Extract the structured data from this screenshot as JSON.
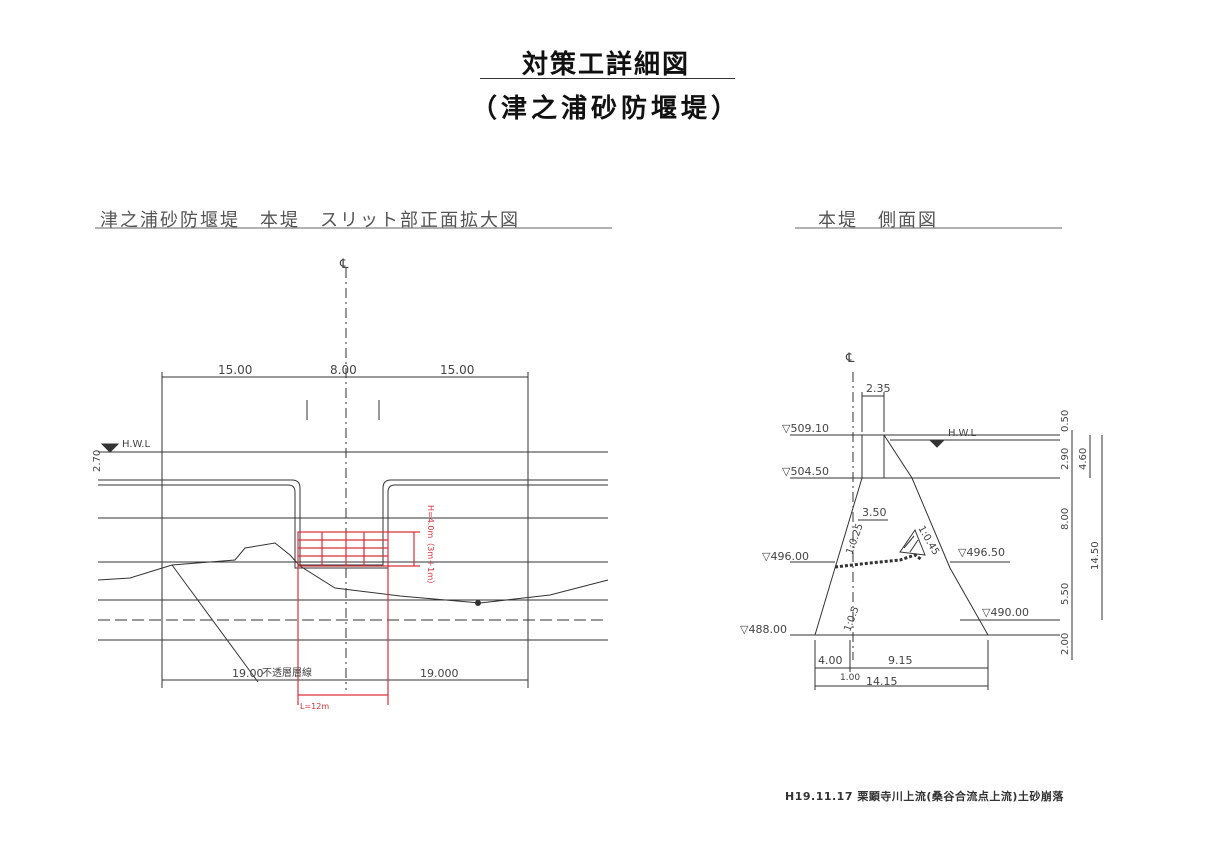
{
  "title": "対策工詳細図",
  "subtitle": "（津之浦砂防堰堤）",
  "front_view": {
    "caption": "津之浦砂防堰堤　本堤　スリット部正面拡大図",
    "centerline": "℄",
    "hwl_label": "H.W.L",
    "freeboard": "2.70",
    "top_dims": [
      "15.00",
      "8.00",
      "15.00"
    ],
    "bottom_dims": [
      "19.00",
      "19.000"
    ],
    "foundation_label": "不透層層線",
    "slit_length": "L=12m",
    "red_note": "H=4.0m（3m＋1ｍ）"
  },
  "side_view": {
    "caption": "本堤　側面図",
    "centerline": "℄",
    "hwl_label": "H.W.L",
    "crest_width": "2.35",
    "elevations": [
      "▽509.10",
      "▽504.50",
      "▽496.00",
      "▽488.00"
    ],
    "right_elevations": [
      "▽496.50",
      "▽490.00"
    ],
    "inner_width": "3.50",
    "slope_upstream": "1:0.25",
    "slope_downstream": "1:0.45",
    "slope_base": "1:0.5",
    "right_dims": [
      "0.50",
      "2.90",
      "8.00",
      "5.50",
      "2.00"
    ],
    "outer_dims": [
      "4.60",
      "14.50"
    ],
    "base_dims": [
      "4.00",
      "1.00",
      "9.15",
      "14.15"
    ]
  },
  "footer": "H19.11.17 栗顕寺川上流(桑谷合流点上流)土砂崩落",
  "colors": {
    "line": "#333333",
    "red": "#d9303a",
    "caption": "#555555"
  }
}
